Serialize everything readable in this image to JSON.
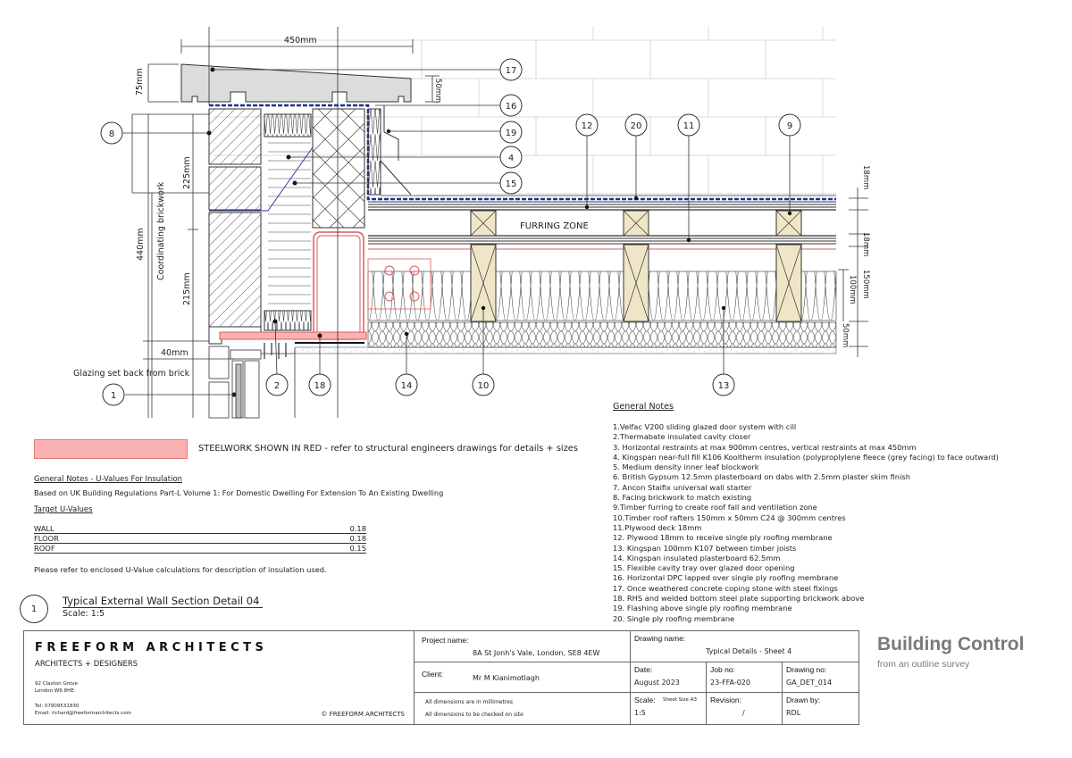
{
  "drawing": {
    "dimensions": {
      "coping_width": "450mm",
      "coping_height": "75mm",
      "coping_overhang": "50mm",
      "upper_brick": "225mm",
      "lower_brick": "215mm",
      "total_brick": "440mm",
      "coordinating_label": "Coordinating brickwork",
      "glazing_setback": "40mm",
      "roof_ply_top": "18mm",
      "roof_ply_bottom": "18mm",
      "rafter_depth": "150mm",
      "insulation_between": "100mm",
      "insulation_below": "50mm"
    },
    "labels": {
      "furring_zone": "FURRING ZONE",
      "glazing_note": "Glazing set back from brick"
    },
    "callouts": [
      "1",
      "2",
      "4",
      "8",
      "9",
      "10",
      "11",
      "12",
      "13",
      "14",
      "15",
      "16",
      "17",
      "18",
      "19",
      "20"
    ]
  },
  "legend": {
    "steel_swatch_color": "#f9b1b1",
    "steel_text": "STEELWORK  SHOWN  IN RED - refer to structural  engineers drawings for details + sizes"
  },
  "uvalues": {
    "title": "General Notes - U-Values For Insulation",
    "basis": "Based on UK Building Regulations Part-L Volume 1: For Domestic Dwelling For Extension To An Existing Dwelling",
    "target_title": "Target U-Values",
    "rows": [
      {
        "element": "WALL",
        "value": "0.18"
      },
      {
        "element": "FLOOR",
        "value": "0.18"
      },
      {
        "element": "ROOF",
        "value": "0.15"
      }
    ],
    "note": "Please refer to enclosed U-Value calculations for description of insulation used."
  },
  "detail": {
    "number": "1",
    "title": "Typical External Wall Section Detail 04",
    "scale": "Scale: 1:5"
  },
  "notes": {
    "title": "General Notes",
    "items": [
      "1.Velfac V200 sliding glazed door system with cill",
      "2.Thermabate insulated cavity closer",
      "3. Horizontal restraints at max 900mm centres, vertical restraints at max 450mm",
      "4. Kingspan near-full fill K106 Kooltherm insulation  (polyproplylene fleece (grey facing) to face outward)",
      "5. Medium density inner leaf blockwork",
      "6. British Gypsum 12.5mm plasterboard on dabs with 2.5mm plaster skim finish",
      "7. Ancon Staifix universal wall starter",
      "8. Facing brickwork to match existing",
      "9.Timber furring to create roof fall and ventilation zone",
      "10.Timber roof rafters 150mm x 50mm C24 @ 300mm centres",
      "11.Plywood deck 18mm",
      "12. Plywood 18mm to receive single ply roofing membrane",
      "13. Kingspan 100mm K107 between timber joists",
      "14. Kingspan insulated plasterboard 62.5mm",
      "15. Flexible cavity tray over glazed door opening",
      "16. Horizontal DPC lapped over single ply roofing membrane",
      "17. Once weathered concrete coping stone with steel fixings",
      "18. RHS and welded bottom steel plate supporting brickwork above",
      "19. Flashing above single ply roofing membrane",
      "20. Single ply roofing membrane"
    ]
  },
  "titleblock": {
    "firm_name": "FREEFORM  ARCHITECTS",
    "firm_sub": "ARCHITECTS + DESIGNERS",
    "address_1": "92 Claxton Grove",
    "address_2": "London W6 8HE",
    "tel": "Tel: 07909531830",
    "email": "Email: richard@freeformarchitects.com",
    "copyright": "© FREEFORM ARCHITECTS",
    "project_label": "Project name:",
    "project_value": "8A St Jonh's Vale, London, SE8 4EW",
    "client_label": "Client:",
    "client_value": "Mr M Kianimotlagh",
    "dims_note_1": "All dimensions are in millimetres",
    "dims_note_2": "All dimensions to be checked  on site",
    "drawing_name_label": "Drawing name:",
    "drawing_name_value": "Typical Details - Sheet 4",
    "date_label": "Date:",
    "date_value": "August 2023",
    "job_label": "Job no:",
    "job_value": "23-FFA-020",
    "drawing_no_label": "Drawing no:",
    "drawing_no_value": "GA_DET_014",
    "scale_label": "Scale:",
    "sheet_size": "Sheet Size A3",
    "scale_value": "1:5",
    "revision_label": "Revision:",
    "revision_value": "/",
    "drawn_label": "Drawn by:",
    "drawn_value": "RDL"
  },
  "branding": {
    "title": "Building Control",
    "subtitle": "from an outline survey",
    "color": "#7a7a7a"
  },
  "colors": {
    "steel_red": "#e05a5a",
    "membrane_blue": "#1f2f9c",
    "timber": "#efe6c8",
    "coping_grey": "#dcdcdc",
    "brick_grid": "#d8d8d8"
  }
}
